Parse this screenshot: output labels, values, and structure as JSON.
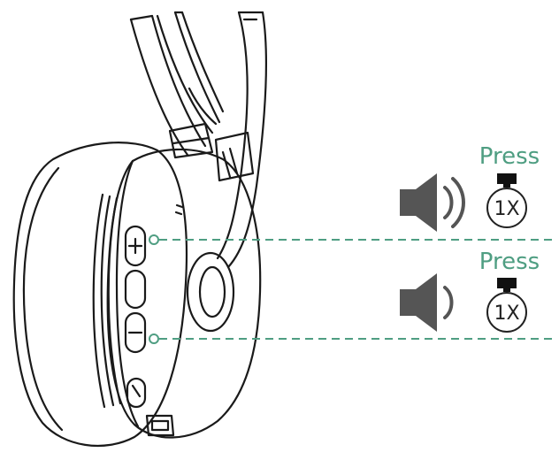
{
  "colors": {
    "line": "#1a1a1a",
    "accent": "#4f9e82",
    "speaker": "#555555",
    "button_fill": "#111111",
    "background": "#ffffff"
  },
  "callouts": [
    {
      "action": "volume-up",
      "press_label": "Press",
      "count_label": "1X",
      "speaker_icon": "speaker-loud-icon",
      "stopwatch_icon": "stopwatch-icon"
    },
    {
      "action": "volume-down",
      "press_label": "Press",
      "count_label": "1X",
      "speaker_icon": "speaker-soft-icon",
      "stopwatch_icon": "stopwatch-icon"
    }
  ]
}
